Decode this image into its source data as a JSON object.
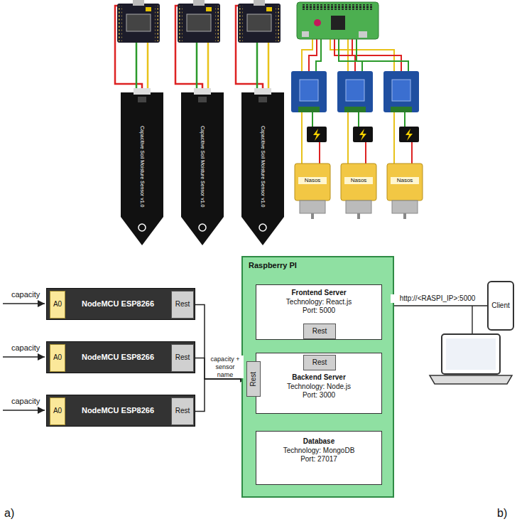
{
  "diagram": {
    "nodes": [
      {
        "text": [
          "Raspberry PI"
        ]
      },
      {
        "text": [
          "Frontend Server",
          "Technology: React.js",
          "Port: 5000"
        ],
        "in": 0
      },
      {
        "text": [
          "Rest"
        ],
        "in": 1
      },
      {
        "text": [
          "Backend Server",
          "Technology: Node.js",
          "Port: 3000"
        ],
        "in": 0
      },
      {
        "text": [
          "Rest"
        ],
        "in": 3
      },
      {
        "text": [
          "Rest"
        ],
        "in": 3
      },
      {
        "text": [
          "Database",
          "Technology: MongoDB",
          "Port: 27017"
        ],
        "in": 0
      },
      {
        "text": [
          "NodeMCU ESP8266"
        ]
      },
      {
        "text": [
          "A0"
        ],
        "in": 7
      },
      {
        "text": [
          "Rest"
        ],
        "in": 7
      },
      {
        "text": [
          "NodeMCU ESP8266"
        ]
      },
      {
        "text": [
          "A0"
        ],
        "in": 10
      },
      {
        "text": [
          "Rest"
        ],
        "in": 10
      },
      {
        "text": [
          "NodeMCU ESP8266"
        ]
      },
      {
        "text": [
          "A0"
        ],
        "in": 13
      },
      {
        "text": [
          "Rest"
        ],
        "in": 13
      },
      {
        "text": [
          "Client"
        ]
      }
    ],
    "edges": [
      {
        "from": 2,
        "to": 4,
        "arrow": "both"
      },
      {
        "from": 3,
        "to": 6,
        "arrow": "both"
      },
      {
        "from": 9,
        "to": 5,
        "arrow": "to"
      },
      {
        "from": 12,
        "to": 5,
        "arrow": "to",
        "label": "capacity + sensor name"
      },
      {
        "from": 15,
        "to": 5,
        "arrow": "to"
      },
      {
        "from": 16,
        "to": 1,
        "arrow": "to",
        "label": "http://<RASPI_IP>:5000"
      }
    ],
    "labels": [
      "capacity",
      "capacity",
      "capacity",
      "Capacitive Soil Moisture Sensor v1.0",
      "Capacitive Soil Moisture Sensor v1.0",
      "Capacitive Soil Moisture Sensor v1.0",
      "Nasos",
      "Nasos",
      "Nasos",
      "a)",
      "b)"
    ]
  }
}
